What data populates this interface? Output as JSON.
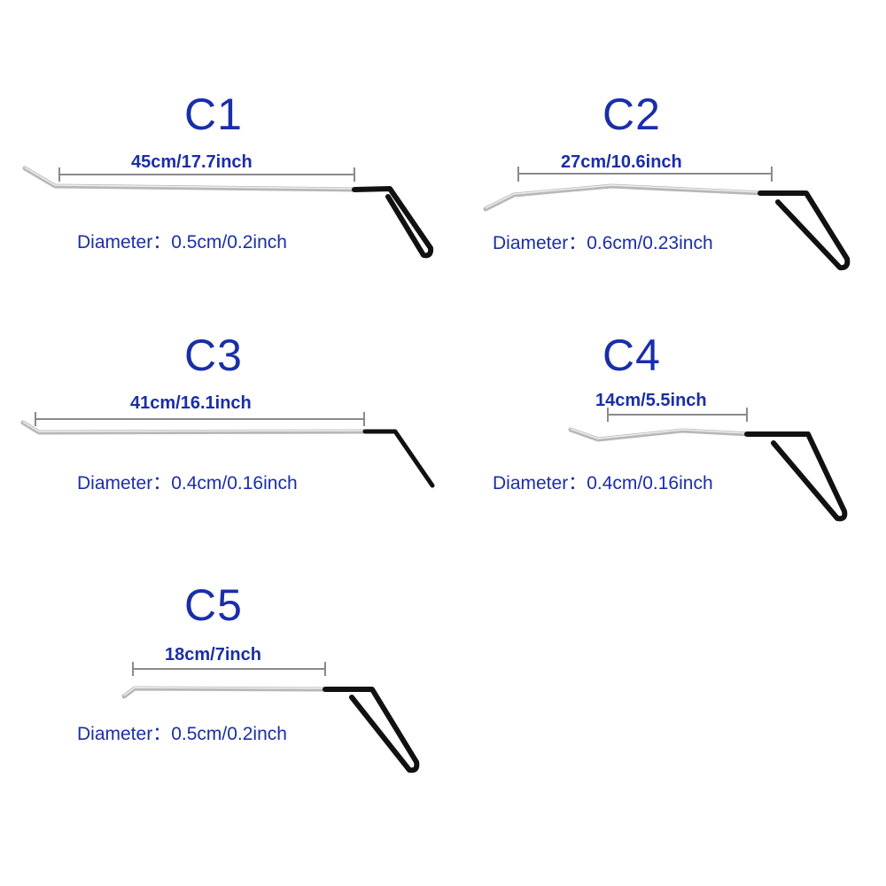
{
  "colors": {
    "text": "#1a2ea8",
    "rod": "#b8b8b8",
    "handle": "#111111",
    "dim_line": "#8a8a8a"
  },
  "tools": [
    {
      "id": "c1",
      "title": "C1",
      "length": "45cm/17.7inch",
      "diameter_label": "Diameter：",
      "diameter_value": "0.5cm/0.2inch"
    },
    {
      "id": "c2",
      "title": "C2",
      "length": "27cm/10.6inch",
      "diameter_label": "Diameter：",
      "diameter_value": "0.6cm/0.23inch"
    },
    {
      "id": "c3",
      "title": "C3",
      "length": "41cm/16.1inch",
      "diameter_label": "Diameter：",
      "diameter_value": "0.4cm/0.16inch"
    },
    {
      "id": "c4",
      "title": "C4",
      "length": "14cm/5.5inch",
      "diameter_label": "Diameter：",
      "diameter_value": "0.4cm/0.16inch"
    },
    {
      "id": "c5",
      "title": "C5",
      "length": "18cm/7inch",
      "diameter_label": "Diameter：",
      "diameter_value": "0.5cm/0.2inch"
    }
  ]
}
